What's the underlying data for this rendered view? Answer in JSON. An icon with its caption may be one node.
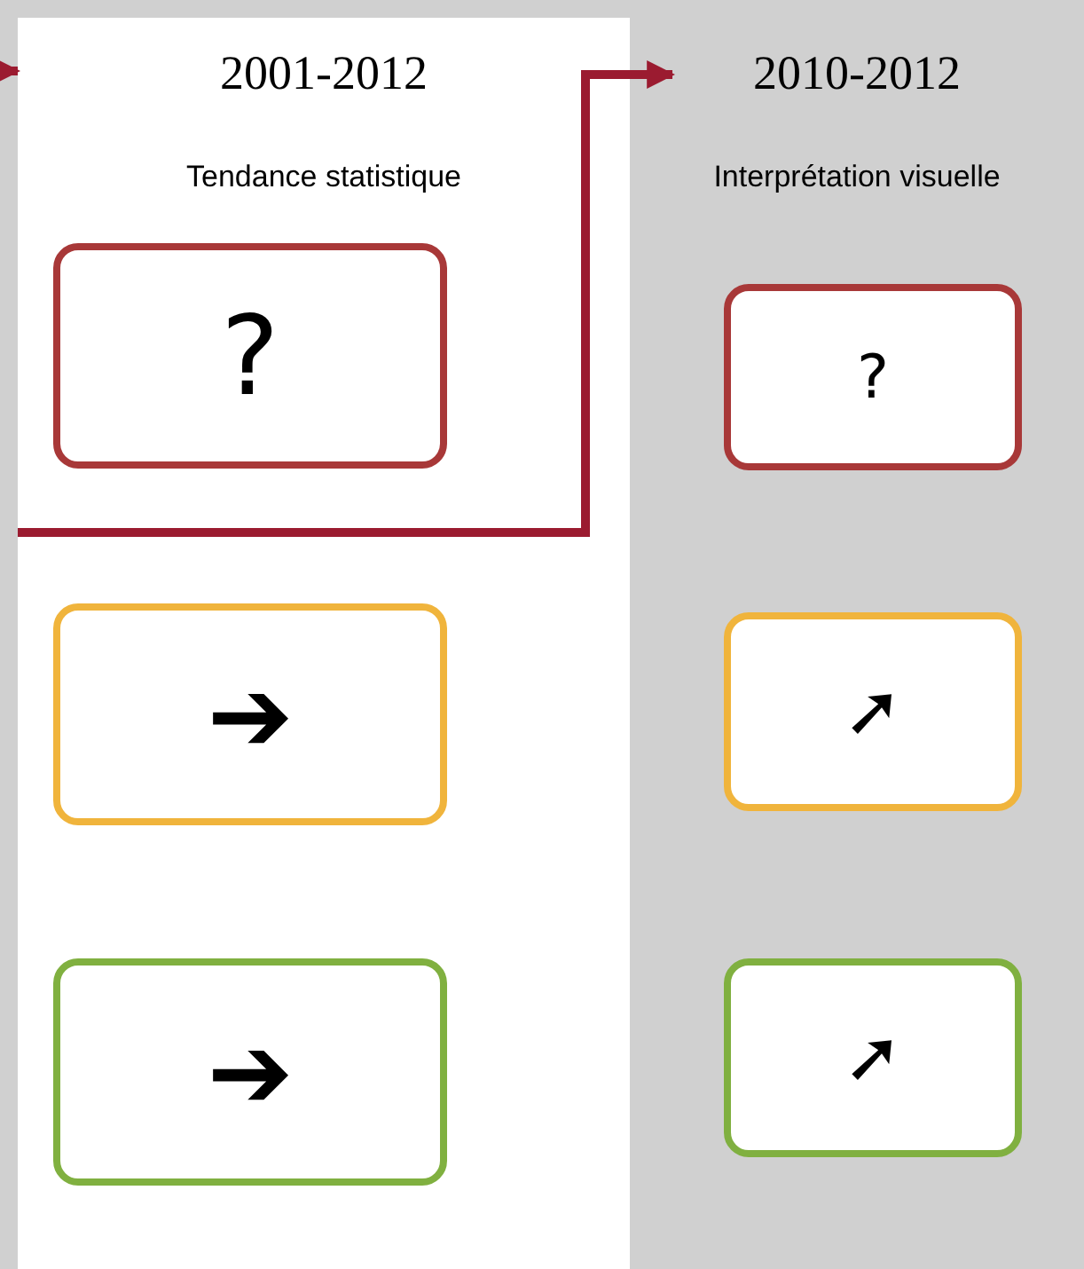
{
  "diagram": {
    "nodes": [
      {
        "text": [
          "2001-2012",
          "Tendance statistique"
        ]
      },
      {
        "text": [
          "?"
        ],
        "in": 0
      },
      {
        "text": [
          "➔"
        ],
        "in": 0
      },
      {
        "text": [
          "➔"
        ],
        "in": 0
      },
      {
        "text": [
          "2010-2012",
          "Interprétation visuelle"
        ]
      },
      {
        "text": [
          "?"
        ],
        "in": 4
      },
      {
        "text": [
          "➚"
        ],
        "in": 4
      },
      {
        "text": [
          "➚"
        ],
        "in": 4
      }
    ],
    "edges": [
      {
        "from": null,
        "to": 0,
        "arrow": "to"
      },
      {
        "from": 0,
        "to": 4,
        "arrow": "to"
      }
    ]
  }
}
